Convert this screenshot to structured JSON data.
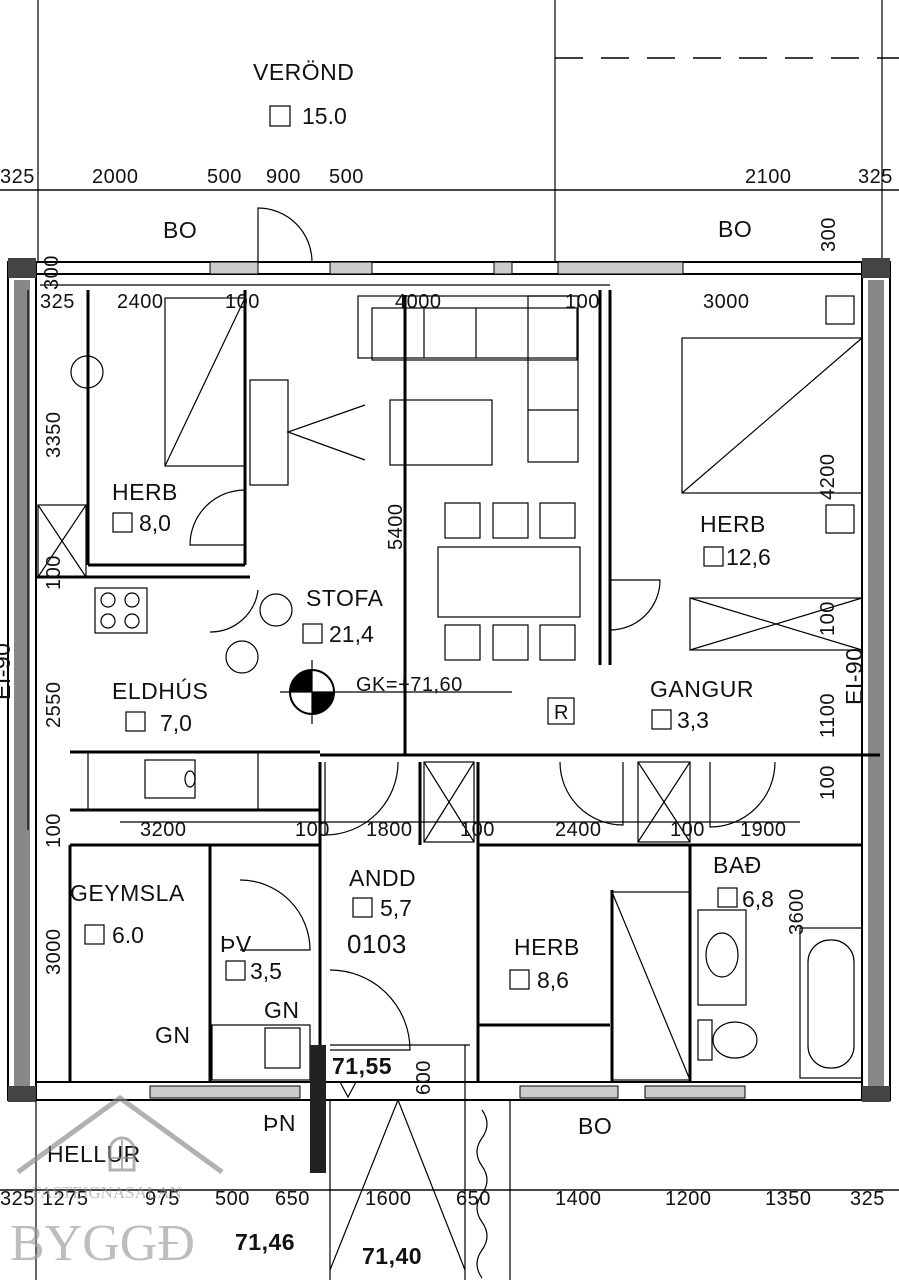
{
  "rooms": {
    "veroend": {
      "name": "VERÖND",
      "area": "15.0"
    },
    "herb_nw": {
      "name": "HERB",
      "area": "8,0"
    },
    "stofa": {
      "name": "STOFA",
      "area": "21,4"
    },
    "herb_ne": {
      "name": "HERB",
      "area": "12,6"
    },
    "eldhus": {
      "name": "ELDHÚS",
      "area": "7,0"
    },
    "gangur": {
      "name": "GANGUR",
      "area": "3,3"
    },
    "geymsla": {
      "name": "GEYMSLA",
      "area": "6.0"
    },
    "pv": {
      "name": "ÞV",
      "area": "3,5"
    },
    "andd": {
      "name": "ANDD",
      "area": "5,7"
    },
    "herb_s": {
      "name": "HERB",
      "area": "8,6"
    },
    "bad": {
      "name": "BAÐ",
      "area": "6,8"
    }
  },
  "unit_number": "0103",
  "labels": {
    "bo_nw": "BO",
    "bo_ne": "BO",
    "bo_s": "BO",
    "gn_1": "GN",
    "gn_2": "GN",
    "pn": "ÞN",
    "hellur": "HELLUR",
    "r_symbol": "R",
    "ei_left": "EI-90",
    "ei_right": "EI-90"
  },
  "elevations": {
    "gk": "GK=+71,60",
    "entry": "71,55",
    "front": "71,46",
    "path": "71,40"
  },
  "dimensions": {
    "top_row": [
      "325",
      "2000",
      "500",
      "900",
      "500",
      "2100",
      "325"
    ],
    "top_300": "300",
    "left_300": "300",
    "second_row": [
      "325",
      "2400",
      "100",
      "4000",
      "100",
      "3000"
    ],
    "left_col": [
      "3350",
      "100",
      "2550",
      "100",
      "3000"
    ],
    "mid_row": [
      "3200",
      "100",
      "1800",
      "100",
      "2400",
      "100",
      "1900"
    ],
    "stofa_5400": "5400",
    "herb_4200": "4200",
    "right_col": [
      "100",
      "1100",
      "100",
      "3600"
    ],
    "entry_600": "600",
    "bottom_row": [
      "325",
      "1275",
      "975",
      "500",
      "650",
      "1600",
      "650",
      "1400",
      "1200",
      "1350",
      "325"
    ]
  },
  "brand": {
    "line1": "FASTEIGNASALAN",
    "line2": "BYGGÐ"
  }
}
